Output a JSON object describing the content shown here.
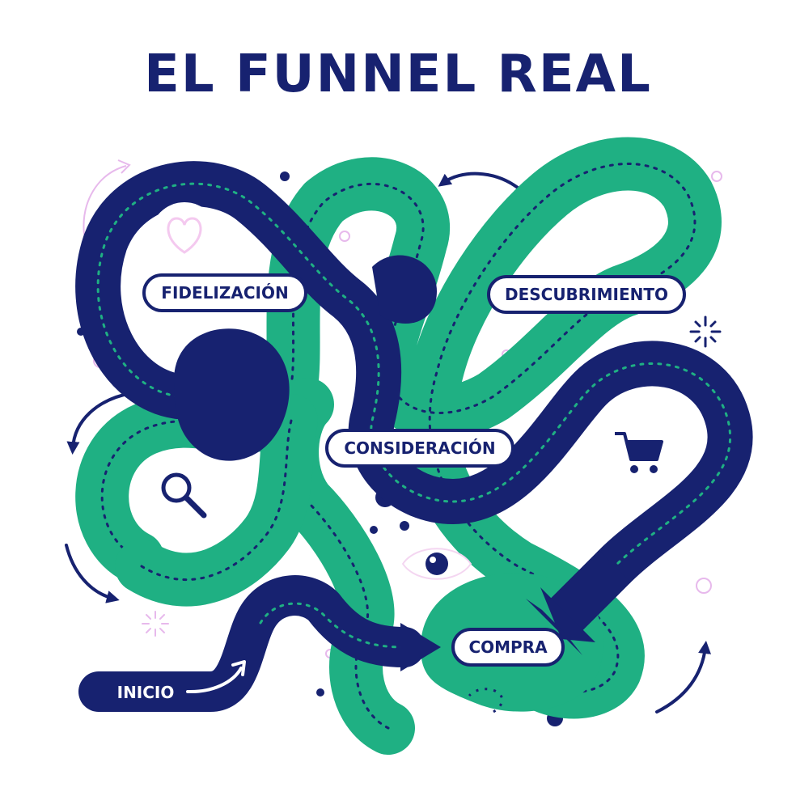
{
  "title": "EL FUNNEL REAL",
  "labels": {
    "fidelizacion": "FIDELIZACIÓN",
    "descubrimiento": "DESCUBRIMIENTO",
    "consideracion": "CONSIDERACIÓN",
    "compra": "COMPRA",
    "inicio": "INICIO"
  },
  "icons": [
    "heart-icon",
    "search-icon",
    "cart-icon",
    "eye-icon",
    "sparkle-icon"
  ],
  "colors": {
    "navy": "#172270",
    "green": "#1fb083",
    "white": "#ffffff"
  }
}
